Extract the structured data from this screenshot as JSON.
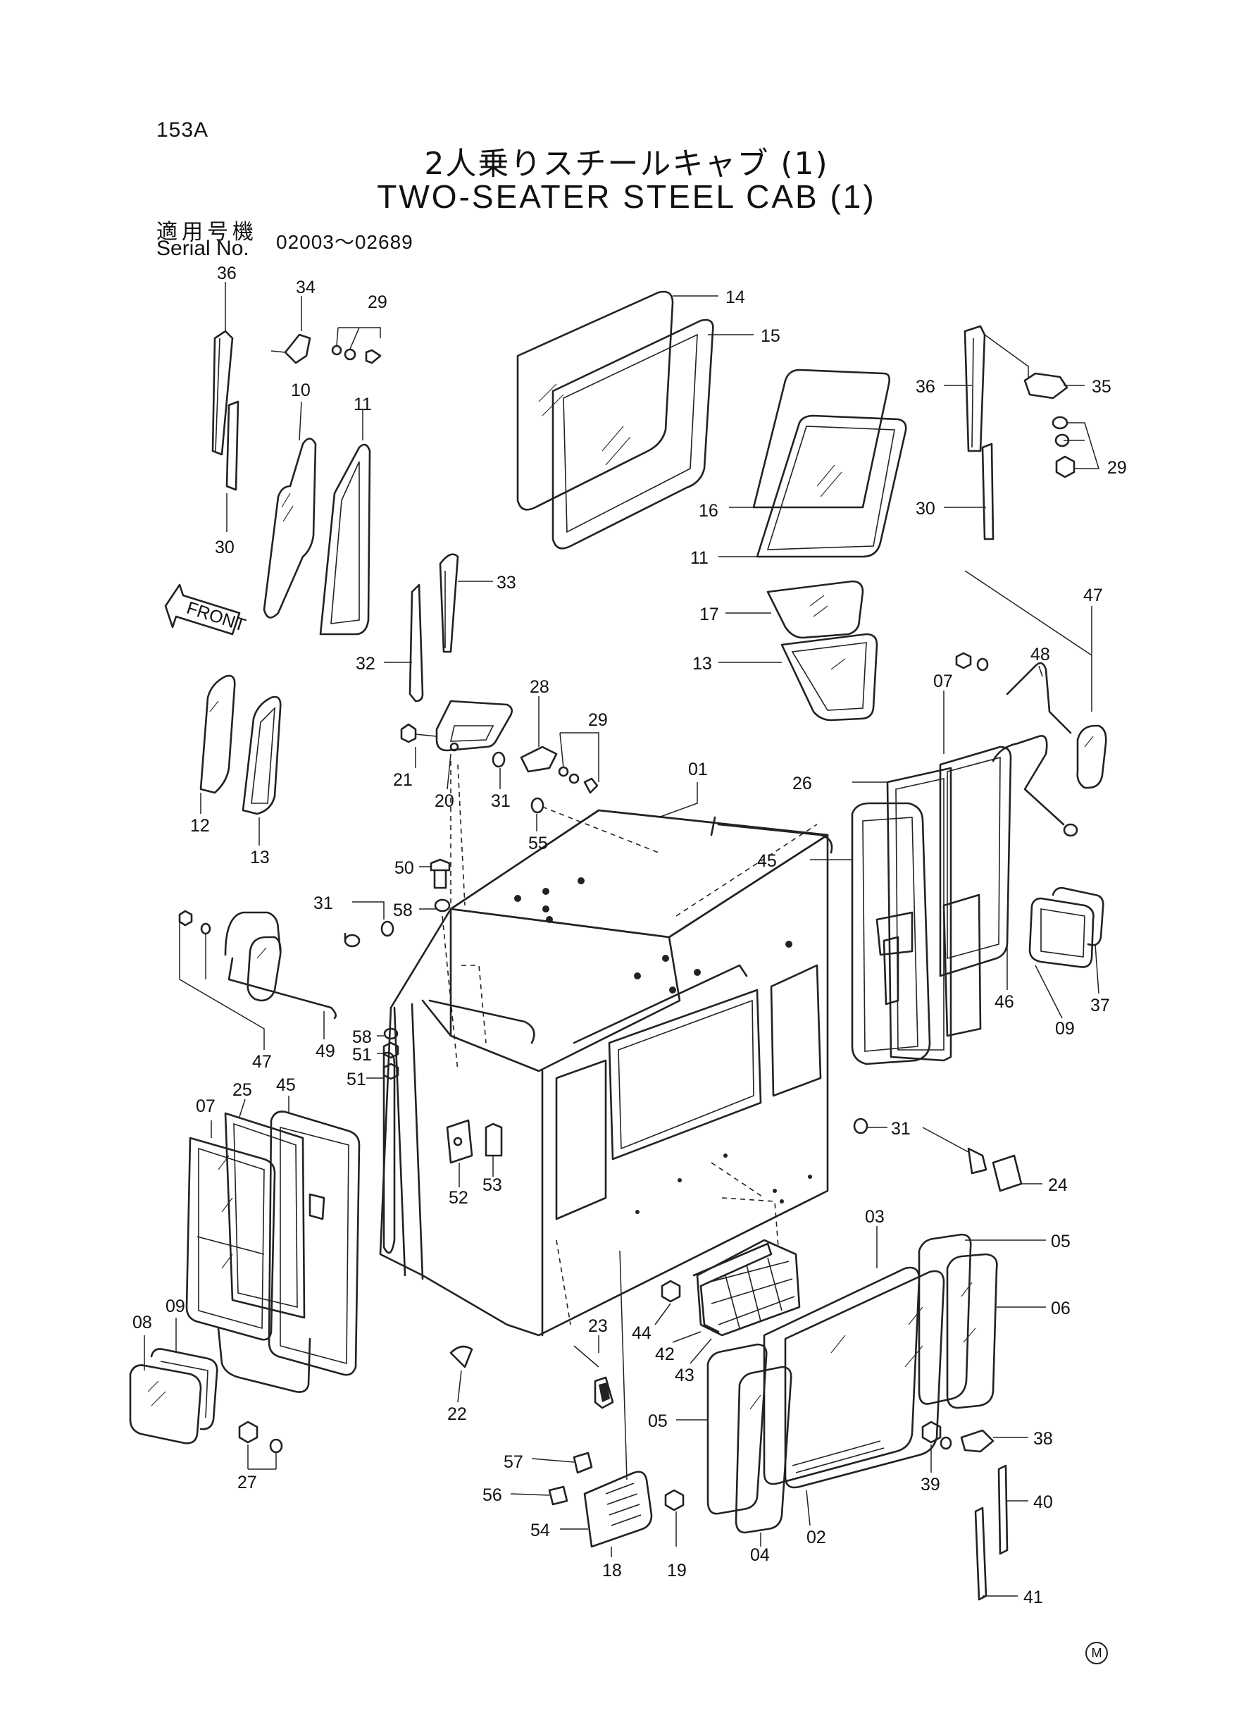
{
  "page_number": "153A",
  "title_jp": "2人乗りスチールキャブ (1)",
  "title_en": "TWO-SEATER STEEL CAB (1)",
  "serial_label_jp": "適用号機",
  "serial_label_en": "Serial No.",
  "serial_range": "02003～02689",
  "front_arrow_label": "FRONT",
  "mark_symbol": "M",
  "callouts": [
    "36",
    "34",
    "29",
    "10",
    "11",
    "30",
    "14",
    "15",
    "16",
    "11",
    "36",
    "35",
    "29",
    "30",
    "33",
    "32",
    "17",
    "13",
    "47",
    "48",
    "07",
    "28",
    "29",
    "21",
    "20",
    "31",
    "12",
    "13",
    "01",
    "55",
    "26",
    "45",
    "50",
    "31",
    "58",
    "46",
    "09",
    "37",
    "47",
    "49",
    "58",
    "51",
    "51",
    "31",
    "24",
    "07",
    "25",
    "45",
    "52",
    "53",
    "03",
    "05",
    "06",
    "08",
    "09",
    "44",
    "42",
    "43",
    "23",
    "22",
    "27",
    "05",
    "02",
    "04",
    "38",
    "39",
    "40",
    "57",
    "56",
    "54",
    "18",
    "19",
    "41"
  ]
}
